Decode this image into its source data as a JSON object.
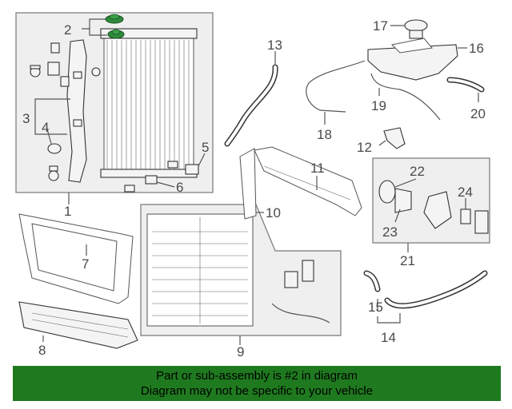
{
  "callouts": {
    "c1": "1",
    "c2": "2",
    "c3": "3",
    "c4": "4",
    "c5": "5",
    "c6": "6",
    "c7": "7",
    "c8": "8",
    "c9": "9",
    "c10": "10",
    "c11": "11",
    "c12": "12",
    "c13": "13",
    "c14": "14",
    "c15": "15",
    "c16": "16",
    "c17": "17",
    "c18": "18",
    "c19": "19",
    "c20": "20",
    "c21": "21",
    "c22": "22",
    "c23": "23",
    "c24": "24"
  },
  "banner": {
    "line1": "Part or sub-assembly is #2 in diagram",
    "line2": "Diagram may not be specific to your vehicle"
  },
  "colors": {
    "banner_bg": "#1f7a1f",
    "highlight_part": "#2e8b3a"
  }
}
